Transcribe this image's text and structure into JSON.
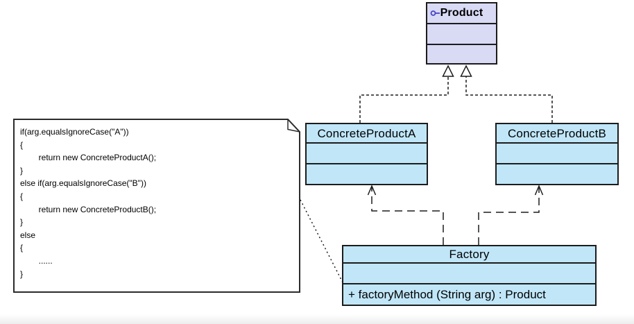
{
  "classes": {
    "product": {
      "name": "Product",
      "icon": "interface-icon"
    },
    "concrete_product_a": {
      "name": "ConcreteProductA"
    },
    "concrete_product_b": {
      "name": "ConcreteProductB"
    },
    "factory": {
      "name": "Factory",
      "operation": "+ factoryMethod (String arg) : Product"
    }
  },
  "note": {
    "code_lines": [
      "if(arg.equalsIgnoreCase(\"A\"))",
      "{",
      "\treturn new ConcreteProductA();",
      "}",
      "else if(arg.equalsIgnoreCase(\"B\"))",
      "{",
      "\treturn new ConcreteProductB();",
      "}",
      "else",
      "{",
      "\t......",
      "}"
    ]
  },
  "relationships": [
    {
      "type": "realization",
      "from": "ConcreteProductA",
      "to": "Product",
      "line_style": "dashed",
      "arrowhead": "hollow-triangle"
    },
    {
      "type": "realization",
      "from": "ConcreteProductB",
      "to": "Product",
      "line_style": "dashed",
      "arrowhead": "hollow-triangle"
    },
    {
      "type": "dependency",
      "from": "Factory",
      "to": "ConcreteProductA",
      "line_style": "long-dashed",
      "arrowhead": "open"
    },
    {
      "type": "dependency",
      "from": "Factory",
      "to": "ConcreteProductB",
      "line_style": "long-dashed",
      "arrowhead": "open"
    },
    {
      "type": "note-anchor",
      "from": "code-note",
      "to": "Factory",
      "line_style": "dotted"
    }
  ],
  "colors": {
    "product_fill": "#d9daf4",
    "class_fill": "#c0e6f8",
    "outline": "#1c1c1c",
    "interface_icon": "#4845c8"
  }
}
